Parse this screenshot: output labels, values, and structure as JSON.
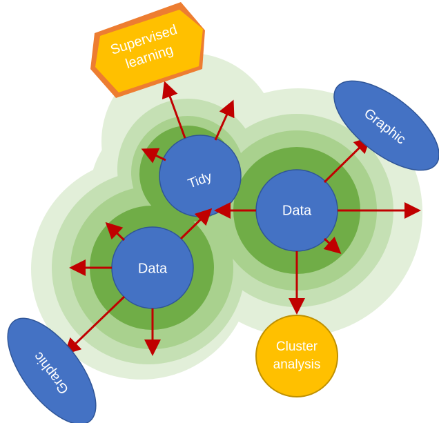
{
  "nodes": {
    "supervised": {
      "line1": "Supervised",
      "line2": "learning"
    },
    "tidy": {
      "label": "Tidy"
    },
    "data_right": {
      "label": "Data"
    },
    "data_left": {
      "label": "Data"
    },
    "graphic_top_right": {
      "label": "Graphic"
    },
    "graphic_bottom_left": {
      "label": "Graphic"
    },
    "cluster": {
      "line1": "Cluster",
      "line2": "analysis"
    }
  },
  "colors": {
    "glow_outer": "#e2efd9",
    "glow_mid": "#c5e0b4",
    "glow_inner": "#a9d18e",
    "glow_core": "#70ad47",
    "node_blue": "#4472c4",
    "node_blue_stroke": "#2f5597",
    "arrow": "#c00000",
    "hex_back": "#ed7d31",
    "hex_front": "#ffc000",
    "cluster_fill": "#ffc000",
    "cluster_stroke": "#bf9000"
  }
}
